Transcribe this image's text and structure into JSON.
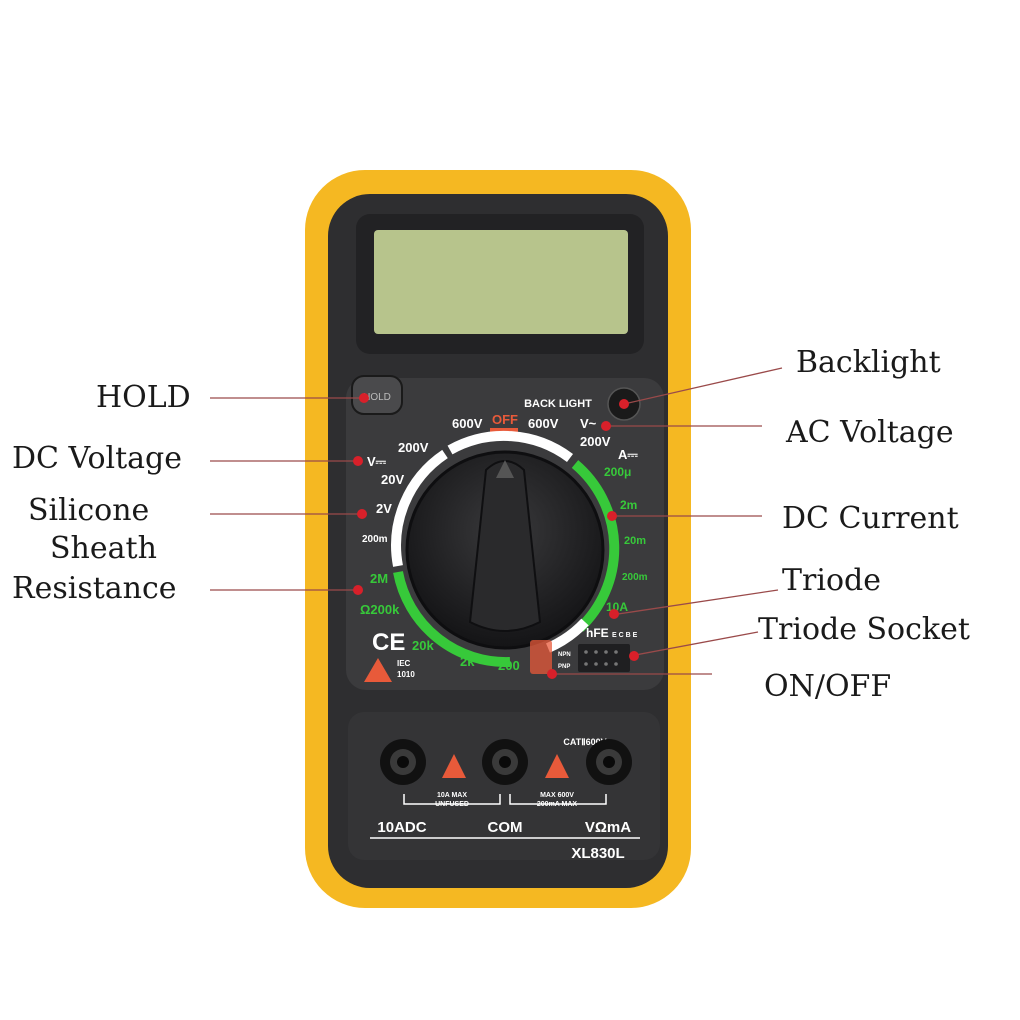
{
  "device": {
    "model": "XL830L",
    "hold_label": "HOLD",
    "backlight_label": "BACK LIGHT",
    "off_label": "OFF",
    "cat_rating": "CATⅡ600V",
    "ce_mark": "CE",
    "iec_label": "IEC",
    "iec_number": "1010",
    "hfe_label": "hFE",
    "hfe_pins": "E C B E",
    "npn_label": "NPN",
    "pnp_label": "PNP",
    "colors": {
      "body_yellow": "#f5b822",
      "body_black": "#2e2e30",
      "panel": "#3b3b3d",
      "lcd": "#b7c48c",
      "ring_white": "#ffffff",
      "ring_green": "#37c93a",
      "ring_red": "#e85a3a",
      "knob": "#1c1c1e"
    }
  },
  "dial": {
    "voltage_dc_symbol": "V⎓",
    "voltage_ac_symbol": "V~",
    "current_dc_symbol": "A⎓",
    "ranges": {
      "v_600_left": "600V",
      "v_200_left": "200V",
      "v_20": "20V",
      "v_2": "2V",
      "v_200m": "200m",
      "r_2M": "2M",
      "r_200k": "Ω200k",
      "r_20k": "20k",
      "r_2k": "2k",
      "r_200": "200",
      "v_600_right": "600V",
      "v_200_right": "200V",
      "a_200u": "200μ",
      "a_2m": "2m",
      "a_20m": "20m",
      "a_200m": "200m",
      "a_10A": "10A"
    }
  },
  "jacks": {
    "labels": [
      "10ADC",
      "COM",
      "VΩmA"
    ],
    "note_left_1": "10A MAX",
    "note_left_2": "UNFUSED",
    "note_right_1": "MAX 600V",
    "note_right_2": "200mA MAX"
  },
  "callouts": {
    "hold": "HOLD",
    "dc_voltage": "DC Voltage",
    "silicone_1": "Silicone",
    "silicone_2": "Sheath",
    "resistance": "Resistance",
    "backlight": "Backlight",
    "ac_voltage": "AC Voltage",
    "dc_current": "DC Current",
    "triode": "Triode",
    "triode_socket": "Triode Socket",
    "on_off": "ON/OFF"
  }
}
